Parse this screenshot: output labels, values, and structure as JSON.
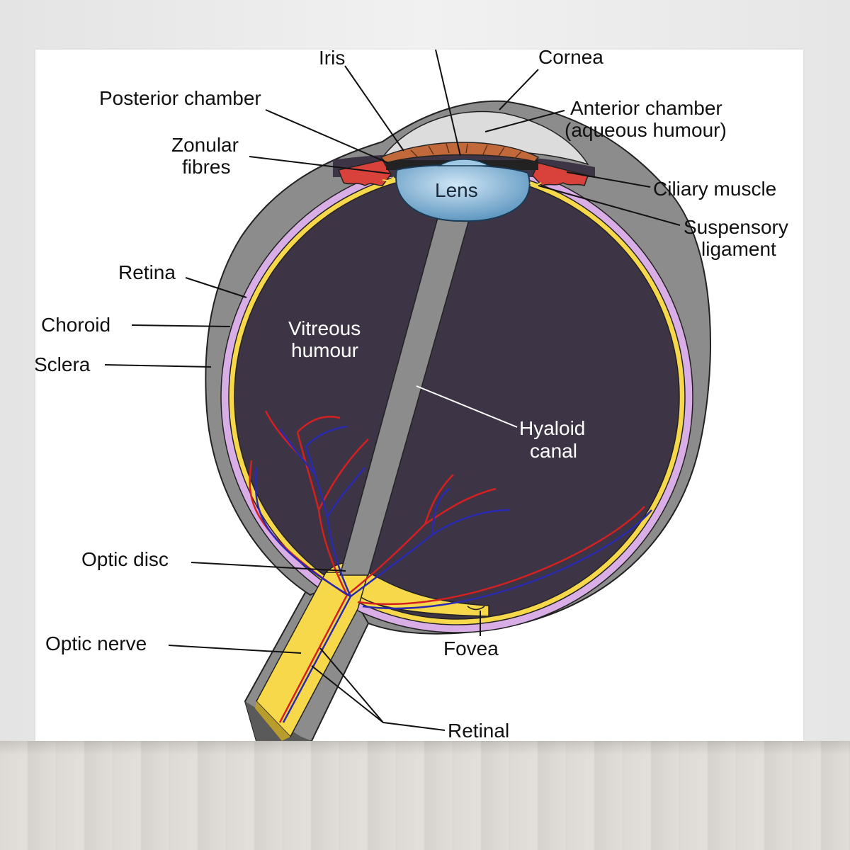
{
  "labels": {
    "iris": "Iris",
    "cornea": "Cornea",
    "posterior_chamber": "Posterior chamber",
    "anterior_chamber_1": "Anterior chamber",
    "anterior_chamber_2": "(aqueous humour)",
    "zonular_1": "Zonular",
    "zonular_2": "fibres",
    "lens": "Lens",
    "ciliary_muscle": "Ciliary muscle",
    "suspensory_1": "Suspensory",
    "suspensory_2": "ligament",
    "retina": "Retina",
    "choroid": "Choroid",
    "sclera": "Sclera",
    "vitreous_1": "Vitreous",
    "vitreous_2": "humour",
    "hyaloid_1": "Hyaloid",
    "hyaloid_2": "canal",
    "optic_disc": "Optic disc",
    "optic_nerve": "Optic nerve",
    "fovea": "Fovea",
    "retinal": "Retinal"
  },
  "colors": {
    "sclera": "#8c8c8c",
    "choroid": "#d9aee6",
    "retina": "#f6d84a",
    "vitreous": "#3d3546",
    "lens": "#7fb3d5",
    "iris": "#c1693a",
    "ciliary": "#d9423a",
    "cornea": "#dcdcdc",
    "artery": "#d42020",
    "vein": "#2a2ab0"
  }
}
